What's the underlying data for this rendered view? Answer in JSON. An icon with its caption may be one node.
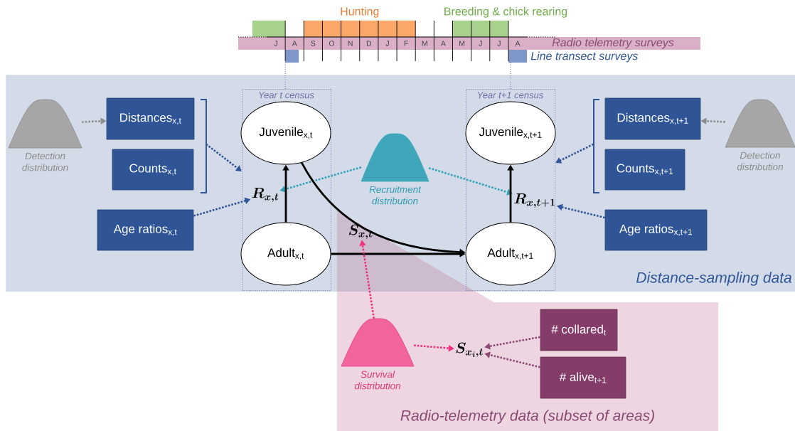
{
  "diagram": {
    "nodes": [
      {
        "text": [
          "Distance-sampling data"
        ]
      },
      {
        "text": [
          "Year t census"
        ],
        "in": 0
      },
      {
        "text": [
          "Juvenile$_{x,t}$"
        ],
        "in": 1
      },
      {
        "text": [
          "R_{x,t}"
        ],
        "in": 1
      },
      {
        "text": [
          "Adult$_{x,t}$"
        ],
        "in": 1
      },
      {
        "text": [
          "Year t+1 census"
        ],
        "in": 0
      },
      {
        "text": [
          "Juvenile$_{x,t+1}$"
        ],
        "in": 5
      },
      {
        "text": [
          "R_{x,t+1}"
        ],
        "in": 5
      },
      {
        "text": [
          "Adult$_{x,t+1}$"
        ],
        "in": 5
      },
      {
        "text": [
          "Detection distribution"
        ],
        "in": 0
      },
      {
        "text": [
          "Distances$_{x,t}$"
        ],
        "in": 0
      },
      {
        "text": [
          "Counts$_{x,t}$"
        ],
        "in": 0
      },
      {
        "text": [
          "Age ratios$_{x,t}$"
        ],
        "in": 0
      },
      {
        "text": [
          "Recruitment distribution"
        ],
        "in": 0
      },
      {
        "text": [
          "S_{x,t}"
        ]
      },
      {
        "text": [
          "Distances$_{x,t+1}$"
        ],
        "in": 0
      },
      {
        "text": [
          "Counts$_{x,t+1}$"
        ],
        "in": 0
      },
      {
        "text": [
          "Age ratios$_{x,t+1}$"
        ],
        "in": 0
      },
      {
        "text": [
          "Detection distribution"
        ],
        "in": 0
      },
      {
        "text": [
          "Radio-telemetry data (subset of areas)"
        ]
      },
      {
        "text": [
          "Survival distribution"
        ],
        "in": 19
      },
      {
        "text": [
          "S_{x_i,t}"
        ],
        "in": 19
      },
      {
        "text": [
          "# collared$_{t}$"
        ],
        "in": 19
      },
      {
        "text": [
          "# alive$_{t+1}$"
        ],
        "in": 19
      }
    ],
    "edges": [
      {
        "from": 9,
        "to": 10,
        "arrow": "to",
        "style": "dashed",
        "color": "#8c8c8c"
      },
      {
        "from": 10,
        "to": 1,
        "arrow": "to",
        "style": "dashed",
        "color": "#2f5597"
      },
      {
        "from": 11,
        "to": 1,
        "arrow": "to",
        "style": "dashed",
        "color": "#2f5597"
      },
      {
        "from": 12,
        "to": 3,
        "arrow": "to",
        "style": "dashed",
        "color": "#2f5597"
      },
      {
        "from": 13,
        "to": 3,
        "arrow": "to",
        "style": "dashed",
        "color": "#31a2b6"
      },
      {
        "from": 13,
        "to": 7,
        "arrow": "to",
        "style": "dashed",
        "color": "#31a2b6"
      },
      {
        "from": 4,
        "to": 2,
        "arrow": "to",
        "color": "#000000"
      },
      {
        "from": 2,
        "to": 8,
        "arrow": "to",
        "color": "#000000"
      },
      {
        "from": 4,
        "to": 8,
        "arrow": "to",
        "color": "#000000"
      },
      {
        "from": 8,
        "to": 6,
        "arrow": "to",
        "color": "#000000"
      },
      {
        "from": 18,
        "to": 15,
        "arrow": "to",
        "style": "dashed",
        "color": "#8c8c8c"
      },
      {
        "from": 15,
        "to": 5,
        "arrow": "to",
        "style": "dashed",
        "color": "#2f5597"
      },
      {
        "from": 16,
        "to": 5,
        "arrow": "to",
        "style": "dashed",
        "color": "#2f5597"
      },
      {
        "from": 17,
        "to": 7,
        "arrow": "to",
        "style": "dashed",
        "color": "#2f5597"
      },
      {
        "from": 20,
        "to": 14,
        "arrow": "to",
        "style": "dashed",
        "color": "#f0337e"
      },
      {
        "from": 20,
        "to": 21,
        "arrow": "to",
        "style": "dashed",
        "color": "#f0337e"
      },
      {
        "from": 22,
        "to": 21,
        "arrow": "to",
        "style": "dashed",
        "color": "#8b4a72"
      },
      {
        "from": 23,
        "to": 21,
        "arrow": "to",
        "style": "dashed",
        "color": "#8b4a72"
      }
    ],
    "labels": [
      "J",
      "A",
      "S",
      "O",
      "N",
      "D",
      "J",
      "F",
      "M",
      "A",
      "M",
      "J",
      "J",
      "A"
    ],
    "legend": [
      {
        "text": "Hunting",
        "color": "#f9a86a"
      },
      {
        "text": "Breeding & chick rearing",
        "color": "#a9d18e"
      },
      {
        "text": "Radio telemetry surveys",
        "color": "#d9b0c8"
      },
      {
        "text": "Line transect surveys",
        "color": "#7f96c8"
      }
    ]
  }
}
